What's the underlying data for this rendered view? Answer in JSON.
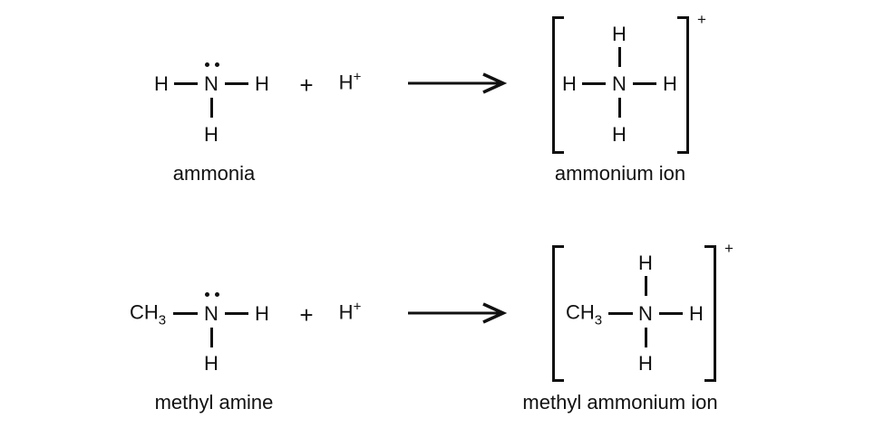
{
  "reactions": [
    {
      "reactant": {
        "substituent": "H",
        "center": "N",
        "right": "H",
        "bottom": "H",
        "lone_pair": true,
        "label": "ammonia"
      },
      "plus": "+",
      "proton": {
        "symbol": "H",
        "charge": "+"
      },
      "arrow": "→",
      "product": {
        "substituent": "H",
        "center": "N",
        "right": "H",
        "top": "H",
        "bottom": "H",
        "charge": "+",
        "label": "ammonium ion"
      }
    },
    {
      "reactant": {
        "substituent": "CH",
        "substituent_subscript": "3",
        "center": "N",
        "right": "H",
        "bottom": "H",
        "lone_pair": true,
        "label": "methyl amine"
      },
      "plus": "+",
      "proton": {
        "symbol": "H",
        "charge": "+"
      },
      "arrow": "→",
      "product": {
        "substituent": "CH",
        "substituent_subscript": "3",
        "center": "N",
        "right": "H",
        "top": "H",
        "bottom": "H",
        "charge": "+",
        "label": "methyl ammonium ion"
      }
    }
  ]
}
